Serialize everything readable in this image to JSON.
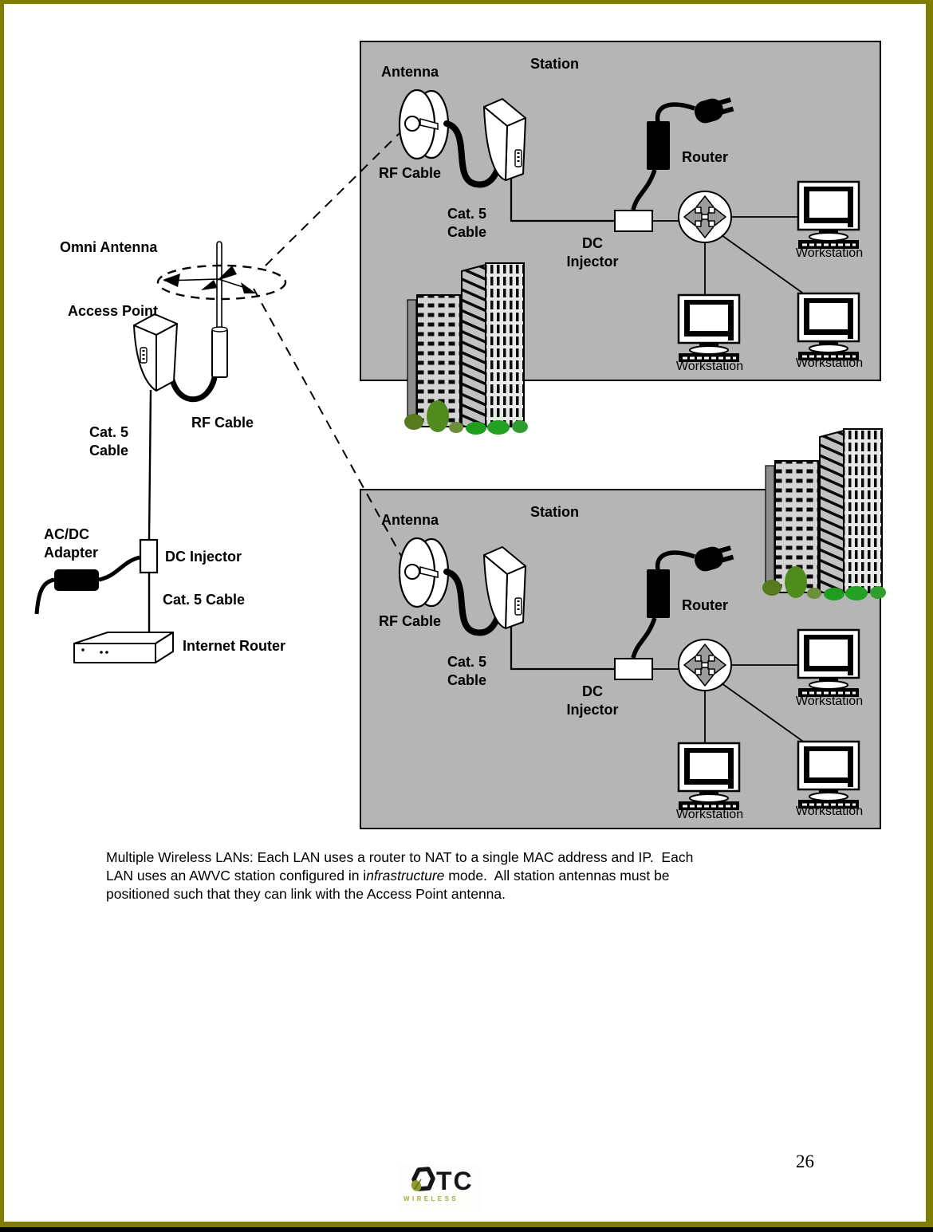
{
  "page_number": "26",
  "left_diagram": {
    "omni_antenna": "Omni Antenna",
    "access_point": "Access Point",
    "rf_cable": "RF Cable",
    "cat5_cable": "Cat. 5\nCable",
    "acdc_adapter": "AC/DC\nAdapter",
    "dc_injector": "DC Injector",
    "cat5_cable_2": "Cat. 5 Cable",
    "internet_router": "Internet Router"
  },
  "stations": [
    {
      "antenna": "Antenna",
      "station": "Station",
      "rf_cable": "RF Cable",
      "cat5_cable": "Cat. 5\nCable",
      "dc_injector": "DC\nInjector",
      "router": "Router",
      "workstation_1": "Workstation",
      "workstation_2": "Workstation",
      "workstation_3": "Workstation"
    },
    {
      "antenna": "Antenna",
      "station": "Station",
      "rf_cable": "RF Cable",
      "cat5_cable": "Cat. 5\nCable",
      "dc_injector": "DC\nInjector",
      "router": "Router",
      "workstation_1": "Workstation",
      "workstation_2": "Workstation",
      "workstation_3": "Workstation"
    }
  ],
  "caption": {
    "line1": "Multiple Wireless LANs: Each LAN uses a router to NAT to a single MAC address and IP.  Each",
    "line2_before": "LAN uses an AWVC station configured in i",
    "line2_italic": "nfrastructure",
    "line2_after": " mode.  All station antennas must be",
    "line3": "positioned such that they can link with the Access Point antenna."
  },
  "logo": {
    "title": "OTC",
    "subtitle": "WIRELESS"
  },
  "colors": {
    "page_border": "#7e7d00",
    "panel_gray": "#b5b5b5",
    "logo_olive": "#a8aa3d",
    "bush_green": "#22a122"
  }
}
